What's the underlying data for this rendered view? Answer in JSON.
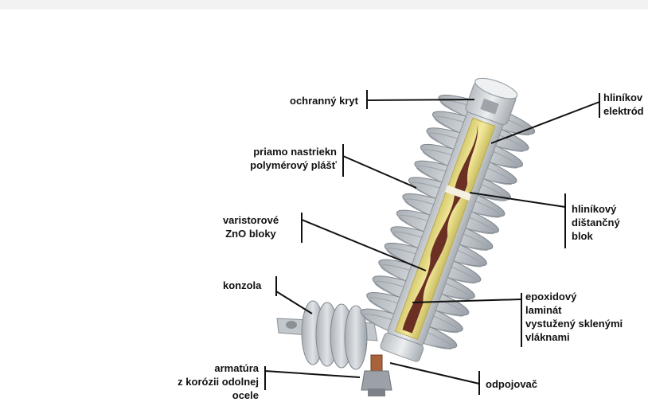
{
  "labels": {
    "protective_cap": "ochranný kryt",
    "polymer_housing": [
      "priamo nastriekn",
      "polymérový plášť"
    ],
    "zno_blocks": [
      "varistorové",
      "ZnO bloky"
    ],
    "bracket": "konzola",
    "fitting": [
      "armatúra",
      "z korózii odolnej",
      "ocele"
    ],
    "aluminum_electrode": [
      "hliníkov",
      "elektród"
    ],
    "aluminum_spacer": [
      "hliníkový",
      "dištančný",
      "blok"
    ],
    "epoxy_laminate": [
      "epoxidový",
      "laminát",
      "vystužený sklenými",
      "vláknami"
    ],
    "disconnector": "odpojovač"
  },
  "colors": {
    "background": "#ffffff",
    "top_band": "#f2f2f2",
    "shed_fill": "#c9ced3",
    "shed_shadow": "#8f969d",
    "core_yellow": "#eadf8a",
    "zno_brown": "#6b2f24",
    "cap_gray": "#d6d9dc",
    "leader": "#111111"
  }
}
